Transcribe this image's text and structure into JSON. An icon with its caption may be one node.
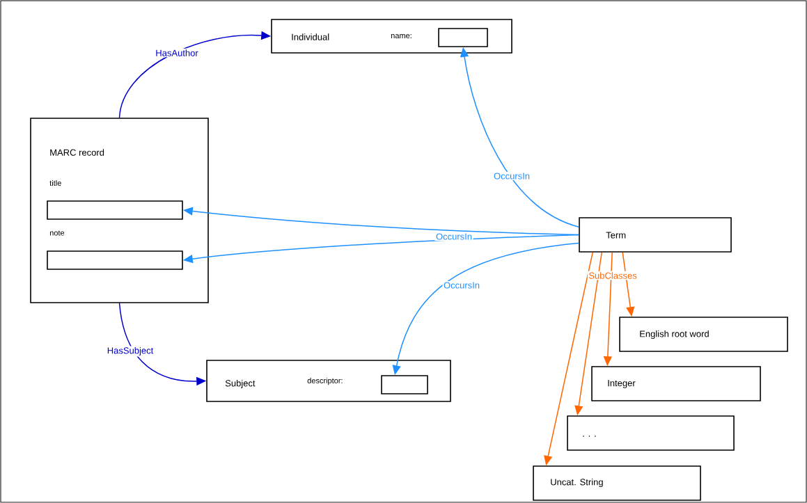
{
  "diagram": {
    "nodes": [
      {
        "text": [
          "Individual",
          "name:"
        ]
      },
      {
        "text": [],
        "shape": "box",
        "in": 0
      },
      {
        "text": [
          "MARC record",
          "title",
          "note"
        ]
      },
      {
        "text": [],
        "shape": "box",
        "in": 2
      },
      {
        "text": [],
        "shape": "box",
        "in": 2
      },
      {
        "text": [
          "Term"
        ]
      },
      {
        "text": [
          "Subject",
          "descriptor:"
        ]
      },
      {
        "text": [],
        "shape": "box",
        "in": 6
      },
      {
        "text": [
          "English  root  word"
        ]
      },
      {
        "text": [
          "Integer"
        ]
      },
      {
        "text": [
          ". . ."
        ]
      },
      {
        "text": [
          "Uncat. String"
        ]
      }
    ],
    "edges": [
      {
        "from": 2,
        "to": 0,
        "arrow": "to",
        "label": "HasAuthor",
        "color": "#0000cc"
      },
      {
        "from": 5,
        "to": 1,
        "arrow": "to",
        "label": "OccursIn",
        "color": "#1e90ff"
      },
      {
        "from": 5,
        "to": 3,
        "arrow": "to",
        "label": "OccursIn",
        "color": "#1e90ff"
      },
      {
        "from": 5,
        "to": 4,
        "arrow": "to",
        "color": "#1e90ff"
      },
      {
        "from": 5,
        "to": 7,
        "arrow": "to",
        "label": "OccursIn",
        "color": "#1e90ff"
      },
      {
        "from": 2,
        "to": 6,
        "arrow": "to",
        "label": "HasSubject",
        "color": "#0000cc"
      },
      {
        "from": 5,
        "to": 8,
        "arrow": "to",
        "label": "SubClasses",
        "color": "#ff6600"
      },
      {
        "from": 5,
        "to": 9,
        "arrow": "to",
        "color": "#ff6600"
      },
      {
        "from": 5,
        "to": 10,
        "arrow": "to",
        "color": "#ff6600"
      },
      {
        "from": 5,
        "to": 11,
        "arrow": "to",
        "color": "#ff6600"
      }
    ]
  }
}
